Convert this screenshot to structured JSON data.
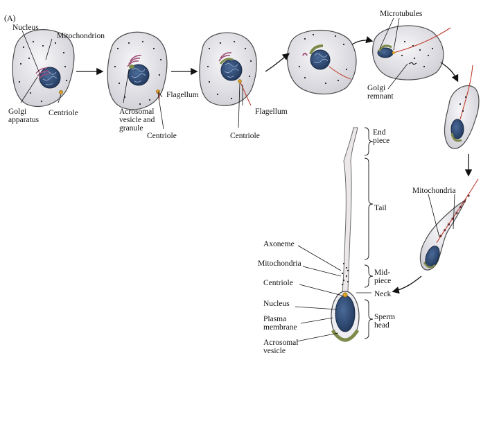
{
  "panel_label": "(A)",
  "labels": {
    "nucleus": "Nucleus",
    "mitochondrion": "Mitochondrion",
    "golgi_apparatus": "Golgi\napparatus",
    "centriole_1": "Centriole",
    "acrosomal_vesicle_granule": "Acrosomal\nvesicle and\ngranule",
    "flagellum_2": "Flagellum",
    "centriole_2": "Centriole",
    "flagellum_3": "Flagellum",
    "centriole_3": "Centriole",
    "microtubules": "Microtubules",
    "golgi_remnant": "Golgi\nremnant",
    "mitochondria_stage": "Mitochondria",
    "end_piece": "End\npiece",
    "tail": "Tail",
    "mid_piece": "Mid-\npiece",
    "neck": "Neck",
    "sperm_head": "Sperm\nhead",
    "axoneme": "Axoneme",
    "mitochondria_sperm": "Mitochondria",
    "centriole_sperm": "Centriole",
    "nucleus_sperm": "Nucleus",
    "plasma_membrane": "Plasma\nmembrane",
    "acrosomal_vesicle": "Acrosomal\nvesicle"
  },
  "colors": {
    "cell_fill": "#e9e9ec",
    "cell_edge": "#4a4a4a",
    "nucleus_fill": "#33507a",
    "golgi": "#a0507a",
    "acrosome": "#7d8a4a",
    "flagellum": "#c23a2a",
    "centriole": "#e0a020",
    "mito_dot": "#222222",
    "arrow": "#111111"
  }
}
